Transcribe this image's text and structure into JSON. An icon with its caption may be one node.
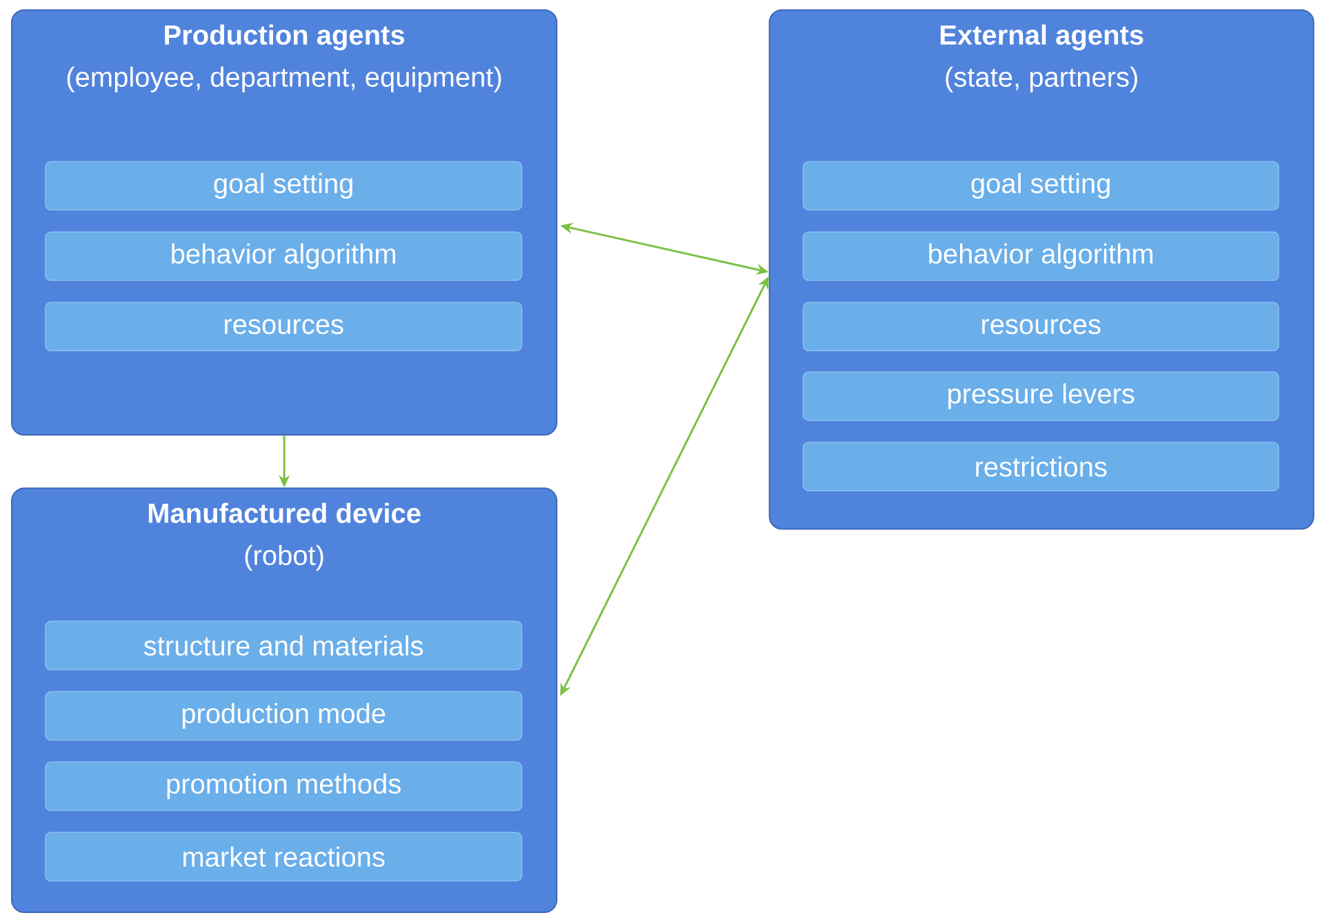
{
  "diagram": {
    "nodes": [
      {
        "text": [
          "Production agents",
          "(employee, department, equipment)"
        ]
      },
      {
        "text": [
          "goal setting"
        ],
        "in": 0
      },
      {
        "text": [
          "behavior algorithm"
        ],
        "in": 0
      },
      {
        "text": [
          "resources"
        ],
        "in": 0
      },
      {
        "text": [
          "External agents",
          "(state, partners)"
        ]
      },
      {
        "text": [
          "goal setting"
        ],
        "in": 4
      },
      {
        "text": [
          "behavior algorithm"
        ],
        "in": 4
      },
      {
        "text": [
          "resources"
        ],
        "in": 4
      },
      {
        "text": [
          "pressure levers"
        ],
        "in": 4
      },
      {
        "text": [
          "restrictions"
        ],
        "in": 4
      },
      {
        "text": [
          "Manufactured device",
          "(robot)"
        ]
      },
      {
        "text": [
          "structure and materials"
        ],
        "in": 10
      },
      {
        "text": [
          "production mode"
        ],
        "in": 10
      },
      {
        "text": [
          "promotion methods"
        ],
        "in": 10
      },
      {
        "text": [
          "market reactions"
        ],
        "in": 10
      }
    ],
    "edges": [
      {
        "from": 0,
        "to": 10,
        "arrow": "to"
      },
      {
        "from": 0,
        "to": 4,
        "arrow": "both"
      },
      {
        "from": 10,
        "to": 4,
        "arrow": "both"
      }
    ]
  }
}
